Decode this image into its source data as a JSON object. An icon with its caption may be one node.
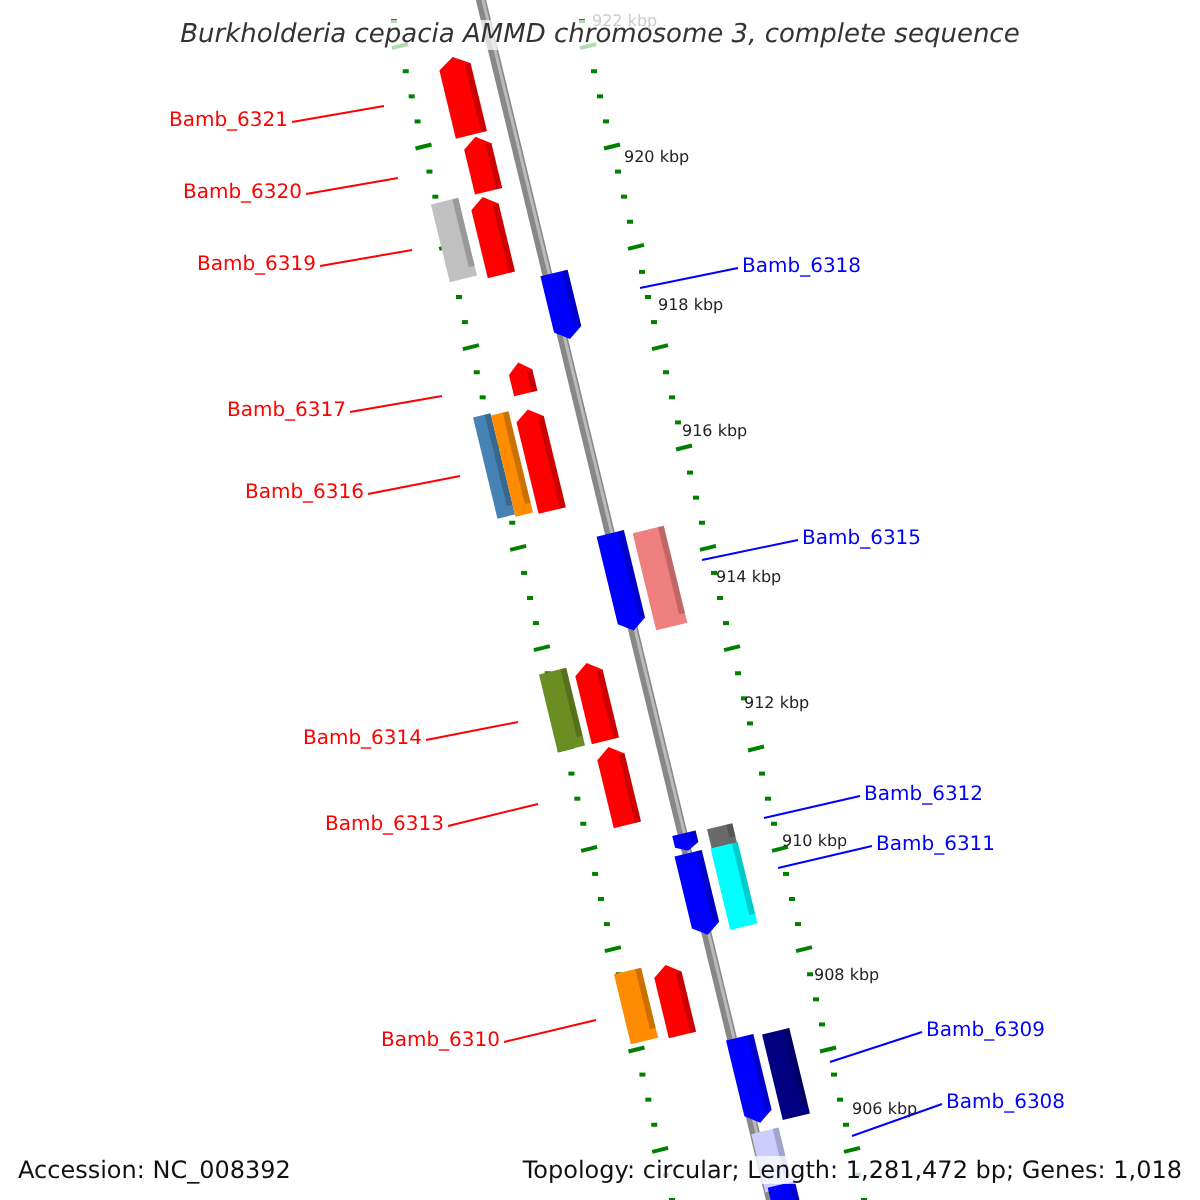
{
  "diagram": {
    "title": "Burkholderia cepacia AMMD chromosome 3, complete sequence",
    "nodes": [
      {
        "text": [
          "Bamb_6321"
        ]
      },
      {
        "text": [
          "Bamb_6320"
        ]
      },
      {
        "text": [
          "Bamb_6319"
        ]
      },
      {
        "text": [
          "Bamb_6318"
        ]
      },
      {
        "text": [
          "Bamb_6317"
        ]
      },
      {
        "text": [
          "Bamb_6316"
        ]
      },
      {
        "text": [
          "Bamb_6315"
        ]
      },
      {
        "text": [
          "Bamb_6314"
        ]
      },
      {
        "text": [
          "Bamb_6313"
        ]
      },
      {
        "text": [
          "Bamb_6312"
        ]
      },
      {
        "text": [
          "Bamb_6311"
        ]
      },
      {
        "text": [
          "Bamb_6310"
        ]
      },
      {
        "text": [
          "Bamb_6309"
        ]
      },
      {
        "text": [
          "Bamb_6308"
        ]
      }
    ],
    "edges": [
      {
        "from": 0,
        "to": null,
        "arrow": "none"
      },
      {
        "from": 1,
        "to": null,
        "arrow": "none"
      },
      {
        "from": 2,
        "to": null,
        "arrow": "none"
      },
      {
        "from": 3,
        "to": null,
        "arrow": "none",
        "color": "#0000ff"
      },
      {
        "from": 4,
        "to": null,
        "arrow": "none"
      },
      {
        "from": 5,
        "to": null,
        "arrow": "none"
      },
      {
        "from": 6,
        "to": null,
        "arrow": "none",
        "color": "#0000ff"
      },
      {
        "from": 7,
        "to": null,
        "arrow": "none"
      },
      {
        "from": 8,
        "to": null,
        "arrow": "none"
      },
      {
        "from": 9,
        "to": null,
        "arrow": "none",
        "color": "#0000ff"
      },
      {
        "from": 10,
        "to": null,
        "arrow": "none",
        "color": "#0000ff"
      },
      {
        "from": 11,
        "to": null,
        "arrow": "none"
      },
      {
        "from": 12,
        "to": null,
        "arrow": "none",
        "color": "#0000ff"
      },
      {
        "from": 13,
        "to": null,
        "arrow": "none",
        "color": "#0000ff"
      }
    ],
    "labels": [
      "922 kbp",
      "920 kbp",
      "918 kbp",
      "916 kbp",
      "914 kbp",
      "912 kbp",
      "910 kbp",
      "908 kbp",
      "906 kbp",
      "Accession: NC_008392",
      "Topology: circular; Length: 1,281,472 bp; Genes: 1,018"
    ]
  }
}
